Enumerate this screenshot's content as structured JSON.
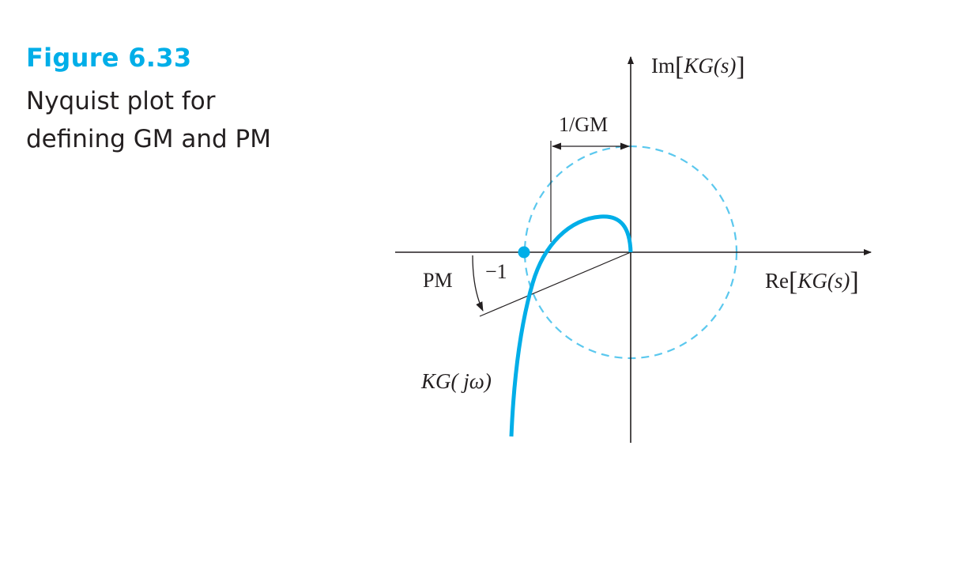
{
  "figure": {
    "number": "Figure 6.33",
    "title": "Nyquist plot for defining GM and PM",
    "accent_color": "#00aee8"
  },
  "diagram": {
    "axis_labels": {
      "imag_prefix": "Im",
      "imag_expr": "KG(s)",
      "real_prefix": "Re",
      "real_expr": "KG(s)"
    },
    "labels": {
      "gain_margin": "1/GM",
      "phase_margin": "PM",
      "critical_point": "−1",
      "curve": "KG( jω)"
    },
    "colors": {
      "curve": "#00aee8",
      "unit_circle": "#5bc8ee",
      "ink": "#231f20"
    }
  }
}
